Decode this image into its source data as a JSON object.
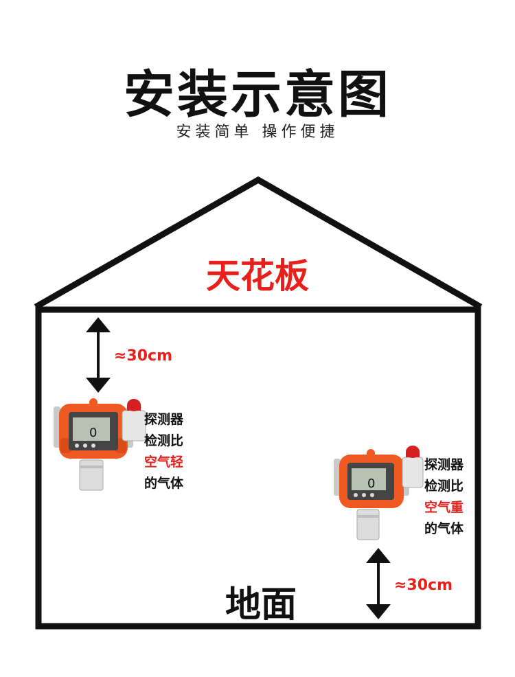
{
  "header": {
    "title": "安装示意图",
    "subtitle": "安装简单 操作便捷"
  },
  "colors": {
    "accent": "#e8201c",
    "line": "#111111",
    "device": "#ef5a22"
  },
  "house": {
    "ceiling_label": "天花板",
    "floor_label": "地面"
  },
  "left_detector": {
    "distance": "≈30cm",
    "lines": [
      "探测器",
      "检测比",
      "空气轻",
      "的气体"
    ],
    "highlight_index": 2,
    "display_value": "0"
  },
  "right_detector": {
    "distance": "≈30cm",
    "lines": [
      "探测器",
      "检测比",
      "空气重",
      "的气体"
    ],
    "highlight_index": 2,
    "display_value": "0"
  },
  "icons": {
    "device": "gas-detector-icon",
    "arrow": "double-arrow-icon"
  }
}
